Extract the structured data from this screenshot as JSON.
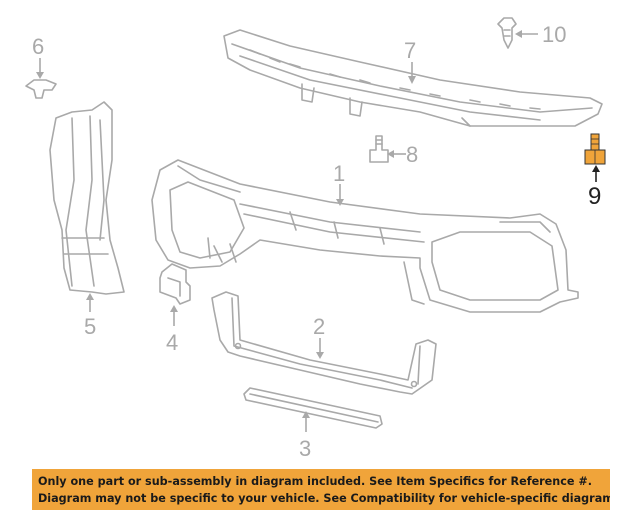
{
  "callouts": {
    "part1": "1",
    "part2": "2",
    "part3": "3",
    "part4": "4",
    "part5": "5",
    "part6": "6",
    "part7": "7",
    "part8": "8",
    "part9": "9",
    "part10": "10"
  },
  "highlight_color": "#f0a43a",
  "notice": {
    "line1": "Only one part or sub-assembly in diagram included. See Item Specifics for Reference #.",
    "line2": "Diagram may not be specific to your vehicle. See Compatibility for vehicle-specific diagrams."
  }
}
